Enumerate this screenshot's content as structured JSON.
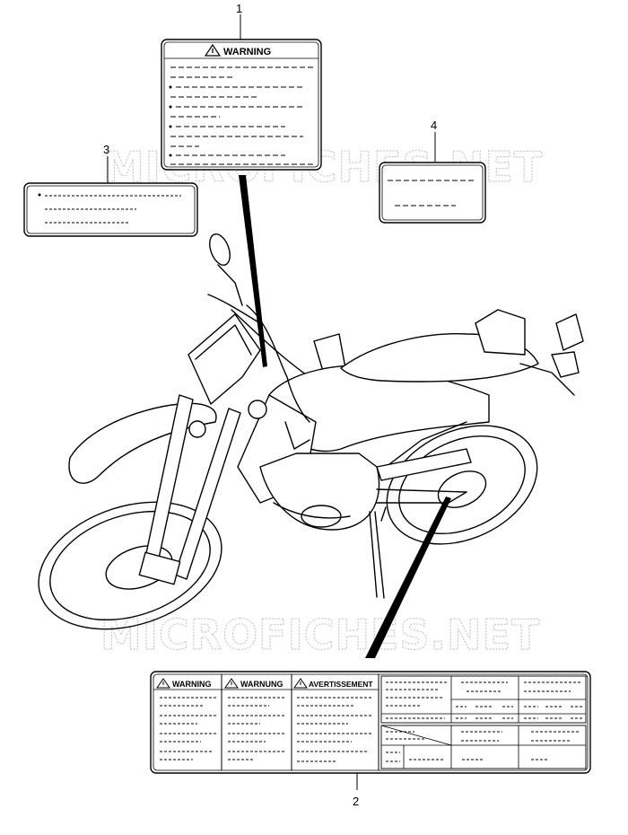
{
  "callouts": [
    "1",
    "2",
    "3",
    "4"
  ],
  "watermark": "MICROFICHES.NET",
  "labels": {
    "warning_en": "WARNING",
    "warning_de": "WARNUNG",
    "warning_fr": "AVERTISSEMENT"
  },
  "icons": [
    "warning-triangle-icon"
  ]
}
